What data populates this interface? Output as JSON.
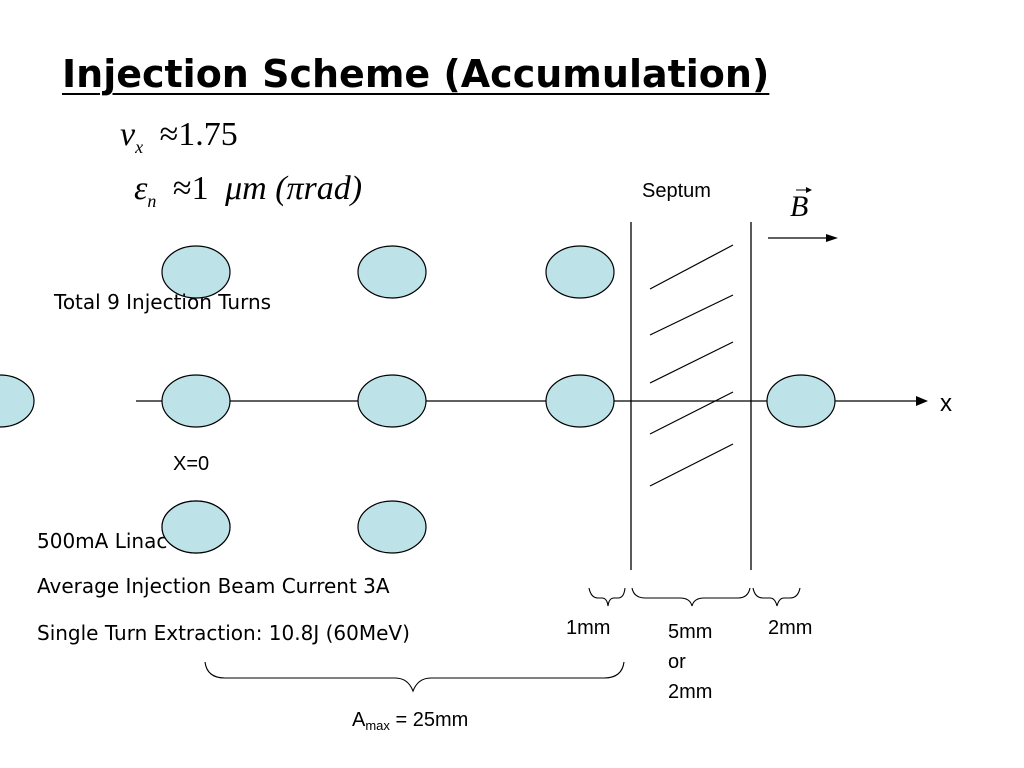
{
  "title": "Injection Scheme (Accumulation)",
  "equations": {
    "tune": {
      "symbol": "ν",
      "subscript": "x",
      "relation": "≈",
      "value": "1.75"
    },
    "emittance": {
      "symbol": "ε",
      "subscript": "n",
      "relation": "≈",
      "value": "1",
      "unit": "μm (πrad)"
    }
  },
  "labels": {
    "septum": "Septum",
    "b_field": "B",
    "x_axis": "x",
    "x_zero": "X=0",
    "injection_turns": "Total 9 Injection Turns",
    "linac_current": "500mA Linac",
    "avg_current": "Average Injection Beam Current 3A",
    "extraction": "Single Turn Extraction: 10.8J (60MeV)",
    "gap_1": "1mm",
    "septum_width_line1": "5mm",
    "septum_width_line2": "or",
    "septum_width_line3": "2mm",
    "gap_2": "2mm",
    "amax_prefix": "A",
    "amax_sub": "max",
    "amax_value": "= 25mm"
  },
  "colors": {
    "beam_fill": "#bde3e8",
    "stroke": "#000000"
  }
}
